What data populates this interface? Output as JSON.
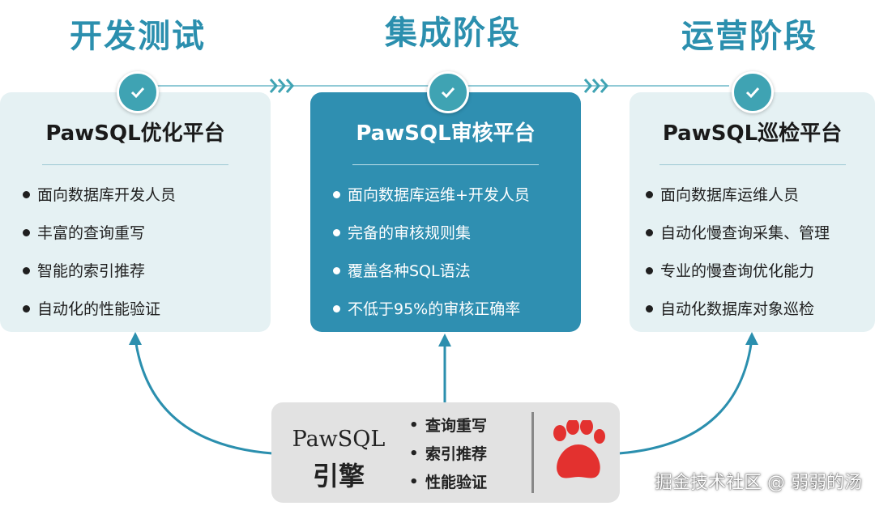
{
  "stages": [
    {
      "title": "开发测试",
      "platform": "PawSQL优化平台",
      "items": [
        "面向数据库开发人员",
        "丰富的查询重写",
        "智能的索引推荐",
        "自动化的性能验证"
      ]
    },
    {
      "title": "集成阶段",
      "platform": "PawSQL审核平台",
      "items": [
        "面向数据库运维+开发人员",
        "完备的审核规则集",
        "覆盖各种SQL语法",
        "不低于95%的审核正确率"
      ]
    },
    {
      "title": "运营阶段",
      "platform": "PawSQL巡检平台",
      "items": [
        "面向数据库运维人员",
        "自动化慢查询采集、管理",
        "专业的慢查询优化能力",
        "自动化数据库对象巡检"
      ]
    }
  ],
  "engine": {
    "name": "PawSQL",
    "subtitle": "引擎",
    "features": [
      "查询重写",
      "索引推荐",
      "性能验证"
    ],
    "logo": "paw-print-icon"
  },
  "watermark": "掘金技术社区 @ 弱弱的汤",
  "colors": {
    "accent": "#2b8fae",
    "highlight_card": "#2f8fb1",
    "light_card": "#e5f1f3",
    "check": "#3fa3b3",
    "paw": "#e3312f"
  }
}
